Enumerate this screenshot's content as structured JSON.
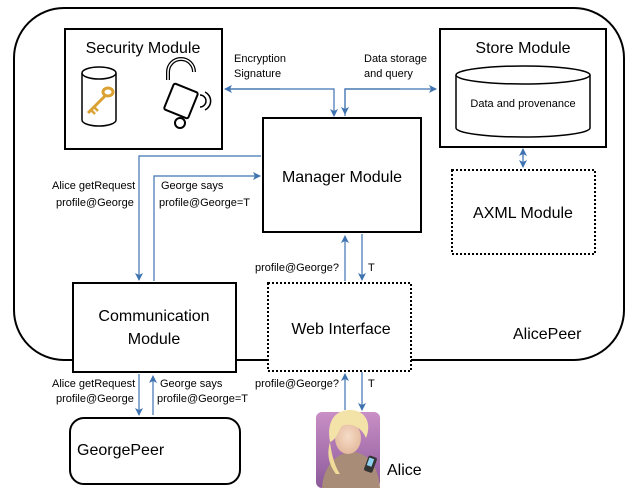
{
  "modules": {
    "security": "Security Module",
    "store": "Store Module",
    "store_inner": "Data and provenance",
    "manager": "Manager Module",
    "axml": "AXML Module",
    "communication_line1": "Communication",
    "communication_line2": "Module",
    "web": "Web Interface",
    "alice_peer": "AlicePeer",
    "george_peer": "GeorgePeer",
    "alice": "Alice"
  },
  "labels": {
    "encryption": "Encryption",
    "signature": "Signature",
    "data_storage": "Data storage",
    "and_query": "and query",
    "alice_getrequest": "Alice getRequest",
    "profile_george": "profile@George",
    "george_says": "George says",
    "profile_george_t": "profile@George=T",
    "profile_george_q": "profile@George?",
    "t": "T"
  },
  "icons": {
    "database": "database-cylinder-icon",
    "key": "key-icon",
    "lock": "open-padlock-icon",
    "user": "alice-avatar-icon"
  },
  "colors": {
    "arrow": "#3f73b0"
  }
}
